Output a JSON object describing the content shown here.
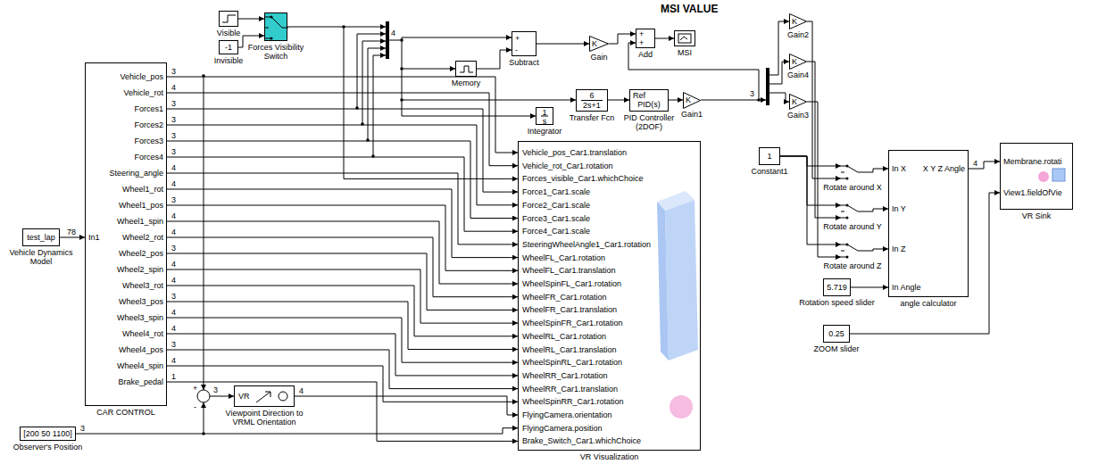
{
  "diagram": {
    "nodes": [
      {
        "text": [
          "Visible"
        ]
      },
      {
        "text": [
          "-1",
          "Invisible"
        ]
      },
      {
        "text": [
          "Forces Visibility Switch"
        ]
      },
      {
        "text": [
          "+",
          "-",
          "Subtract"
        ]
      },
      {
        "text": [
          "K",
          "Gain"
        ]
      },
      {
        "text": [
          "+",
          "+",
          "Add"
        ]
      },
      {
        "text": [
          "MSI"
        ]
      },
      {
        "text": [
          "Memory"
        ]
      },
      {
        "text": [
          "6",
          "2s+1",
          "Transfer Fcn"
        ]
      },
      {
        "text": [
          "Ref",
          "PID(s)",
          "PID Controller (2DOF)"
        ]
      },
      {
        "text": [
          "K",
          "Gain1"
        ]
      },
      {
        "text": [
          "1",
          "s",
          "Integrator"
        ]
      },
      {
        "text": [
          "K",
          "Gain2"
        ]
      },
      {
        "text": [
          "K",
          "Gain4"
        ]
      },
      {
        "text": [
          "K",
          "Gain3"
        ]
      },
      {
        "text": [
          "test_lap",
          "Vehicle Dynamics Model"
        ]
      },
      {
        "text": [
          "In1",
          "Vehicle_pos",
          "Vehicle_rot",
          "Forces1",
          "Forces2",
          "Forces3",
          "Forces4",
          "Steering_angle",
          "Wheel1_rot",
          "Wheel1_pos",
          "Wheel1_spin",
          "Wheel2_rot",
          "Wheel2_pos",
          "Wheel2_spin",
          "Wheel3_rot",
          "Wheel3_pos",
          "Wheel3_spin",
          "Wheel4_rot",
          "Wheel4_pos",
          "Wheel4_spin",
          "Brake_pedal",
          "CAR CONTROL"
        ]
      },
      {
        "text": [
          "Vehicle_pos_Car1.translation",
          "Vehicle_rot_Car1.rotation",
          "Forces_visible_Car1.whichChoice",
          "Force1_Car1.scale",
          "Force2_Car1.scale",
          "Force3_Car1.scale",
          "Force4_Car1.scale",
          "SteeringWheelAngle1_Car1.rotation",
          "WheelFL_Car1.rotation",
          "WheelFL_Car1.translation",
          "WheelSpinFL_Car1.rotation",
          "WheelFR_Car1.rotation",
          "WheelFR_Car1.translation",
          "WheelSpinFR_Car1.rotation",
          "WheelRL_Car1.rotation",
          "WheelRL_Car1.translation",
          "WheelSpinRL_Car1.rotation",
          "WheelRR_Car1.rotation",
          "WheelRR_Car1.translation",
          "WheelSpinRR_Car1.rotation",
          "FlyingCamera.orientation",
          "FlyingCamera.position",
          "Brake_Switch_Car1.whichChoice",
          "VR Visualization"
        ]
      },
      {
        "text": [
          "1",
          "Constant1"
        ]
      },
      {
        "text": [
          "Rotate around X"
        ]
      },
      {
        "text": [
          "Rotate around Y"
        ]
      },
      {
        "text": [
          "Rotate around Z"
        ]
      },
      {
        "text": [
          "In X",
          "In Y",
          "In Z",
          "In Angle",
          "X Y Z Angle",
          "angle calculator"
        ]
      },
      {
        "text": [
          "5.719",
          "Rotation speed slider"
        ]
      },
      {
        "text": [
          "0.25",
          "ZOOM slider"
        ]
      },
      {
        "text": [
          "Membrane.rotati",
          "View1.fieldOfVie",
          "VR Sink"
        ]
      },
      {
        "text": [
          "VR",
          "Viewpoint Direction to VRML Orientation"
        ]
      },
      {
        "text": [
          "[200 50 1100]",
          "Observer's Position"
        ]
      }
    ],
    "edges": [
      {
        "from": 0,
        "to": 2,
        "arrow": "to"
      },
      {
        "from": 1,
        "to": 2,
        "arrow": "to"
      },
      {
        "from": 2,
        "to": 17,
        "arrow": "to"
      },
      {
        "from": 3,
        "to": 4,
        "arrow": "to"
      },
      {
        "from": 4,
        "to": 5,
        "arrow": "to"
      },
      {
        "from": 5,
        "to": 6,
        "arrow": "to"
      },
      {
        "from": 7,
        "to": 3,
        "arrow": "to"
      },
      {
        "from": 8,
        "to": 9,
        "arrow": "to"
      },
      {
        "from": 9,
        "to": 10,
        "arrow": "to"
      },
      {
        "from": 15,
        "to": 16,
        "label": "78",
        "arrow": "to"
      },
      {
        "from": 16,
        "to": 17,
        "label": "3",
        "arrow": "to"
      },
      {
        "from": 16,
        "to": 17,
        "label": "4",
        "arrow": "to"
      },
      {
        "from": 16,
        "to": 17,
        "label": "3",
        "arrow": "to"
      },
      {
        "from": 16,
        "to": 17,
        "label": "3",
        "arrow": "to"
      },
      {
        "from": 16,
        "to": 17,
        "label": "3",
        "arrow": "to"
      },
      {
        "from": 16,
        "to": 17,
        "label": "3",
        "arrow": "to"
      },
      {
        "from": 16,
        "to": 17,
        "label": "4",
        "arrow": "to"
      },
      {
        "from": 16,
        "to": 17,
        "label": "4",
        "arrow": "to"
      },
      {
        "from": 16,
        "to": 17,
        "label": "3",
        "arrow": "to"
      },
      {
        "from": 16,
        "to": 17,
        "label": "4",
        "arrow": "to"
      },
      {
        "from": 16,
        "to": 17,
        "label": "4",
        "arrow": "to"
      },
      {
        "from": 16,
        "to": 17,
        "label": "3",
        "arrow": "to"
      },
      {
        "from": 16,
        "to": 17,
        "label": "4",
        "arrow": "to"
      },
      {
        "from": 16,
        "to": 17,
        "label": "4",
        "arrow": "to"
      },
      {
        "from": 16,
        "to": 17,
        "label": "3",
        "arrow": "to"
      },
      {
        "from": 16,
        "to": 17,
        "label": "4",
        "arrow": "to"
      },
      {
        "from": 16,
        "to": 17,
        "label": "4",
        "arrow": "to"
      },
      {
        "from": 16,
        "to": 17,
        "label": "3",
        "arrow": "to"
      },
      {
        "from": 16,
        "to": 17,
        "label": "4",
        "arrow": "to"
      },
      {
        "from": 16,
        "to": 17,
        "label": "1",
        "arrow": "to"
      },
      {
        "from": 12,
        "to": 19,
        "arrow": "to"
      },
      {
        "from": 13,
        "to": 20,
        "arrow": "to"
      },
      {
        "from": 14,
        "to": 21,
        "arrow": "to"
      },
      {
        "from": 18,
        "to": 19,
        "arrow": "to"
      },
      {
        "from": 18,
        "to": 20,
        "arrow": "to"
      },
      {
        "from": 18,
        "to": 21,
        "arrow": "to"
      },
      {
        "from": 19,
        "to": 22,
        "arrow": "to"
      },
      {
        "from": 20,
        "to": 22,
        "arrow": "to"
      },
      {
        "from": 21,
        "to": 22,
        "arrow": "to"
      },
      {
        "from": 23,
        "to": 22,
        "arrow": "to"
      },
      {
        "from": 22,
        "to": 25,
        "label": "4",
        "arrow": "to"
      },
      {
        "from": 24,
        "to": 25,
        "arrow": "to"
      },
      {
        "from": 26,
        "to": 17,
        "label": "4",
        "arrow": "to"
      },
      {
        "from": 27,
        "to": 17,
        "label": "3",
        "arrow": "to"
      }
    ],
    "labels": [
      "MSI VALUE",
      "4",
      "3",
      "+",
      "-",
      "3"
    ]
  }
}
